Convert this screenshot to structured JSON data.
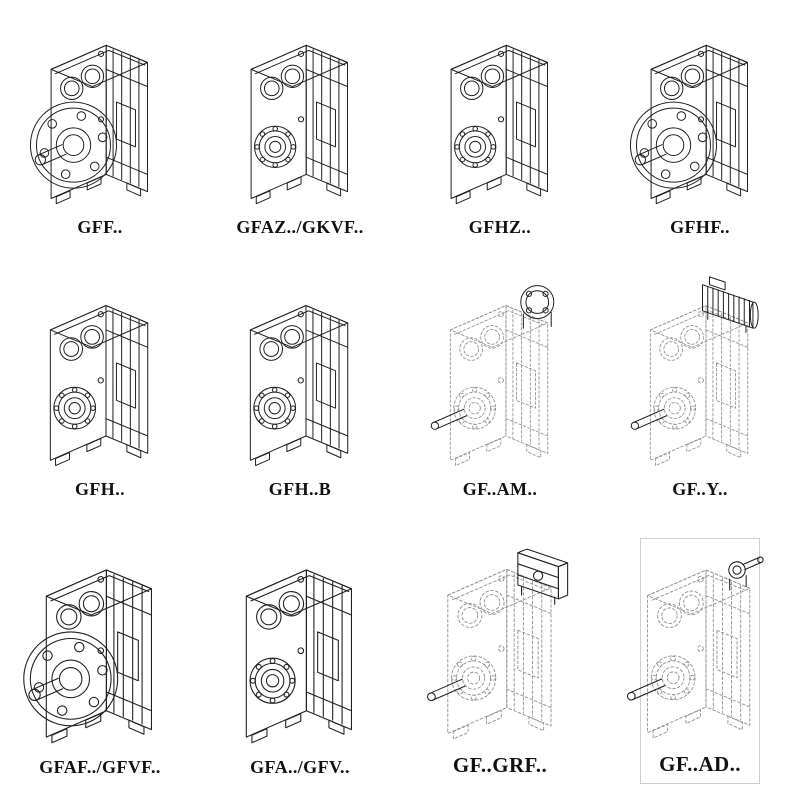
{
  "page": {
    "background": "#ffffff",
    "line_color": "#1f1f1f",
    "ghost_line_color": "#919191"
  },
  "figures": [
    {
      "id": "gff",
      "label": "GFF..",
      "variant": "flange-output-solid"
    },
    {
      "id": "gfaz-gkvf",
      "label": "GFAZ../GKVF..",
      "variant": "hollow-shaft-solid"
    },
    {
      "id": "gfhz",
      "label": "GFHZ..",
      "variant": "hollow-shaft-solid"
    },
    {
      "id": "gfhf",
      "label": "GFHF..",
      "variant": "flange-output-solid"
    },
    {
      "id": "gfh",
      "label": "GFH..",
      "variant": "hollow-shaft-solid"
    },
    {
      "id": "gfh-b",
      "label": "GFH..B",
      "variant": "hollow-shaft-foot-solid"
    },
    {
      "id": "gf-am",
      "label": "GF..AM..",
      "variant": "ghost-with-input-flange"
    },
    {
      "id": "gf-y",
      "label": "GF..Y..",
      "variant": "ghost-with-motor"
    },
    {
      "id": "gfaf-gfvf",
      "label": "GFAF../GFVF..",
      "variant": "flange-output-solid"
    },
    {
      "id": "gfa-gfv",
      "label": "GFA../GFV..",
      "variant": "hollow-shaft-solid"
    },
    {
      "id": "gf-grf",
      "label": "GF..GRF..",
      "variant": "ghost-with-adapter"
    },
    {
      "id": "gf-ad",
      "label": "GF..AD..",
      "variant": "ghost-with-input-shaft"
    }
  ]
}
